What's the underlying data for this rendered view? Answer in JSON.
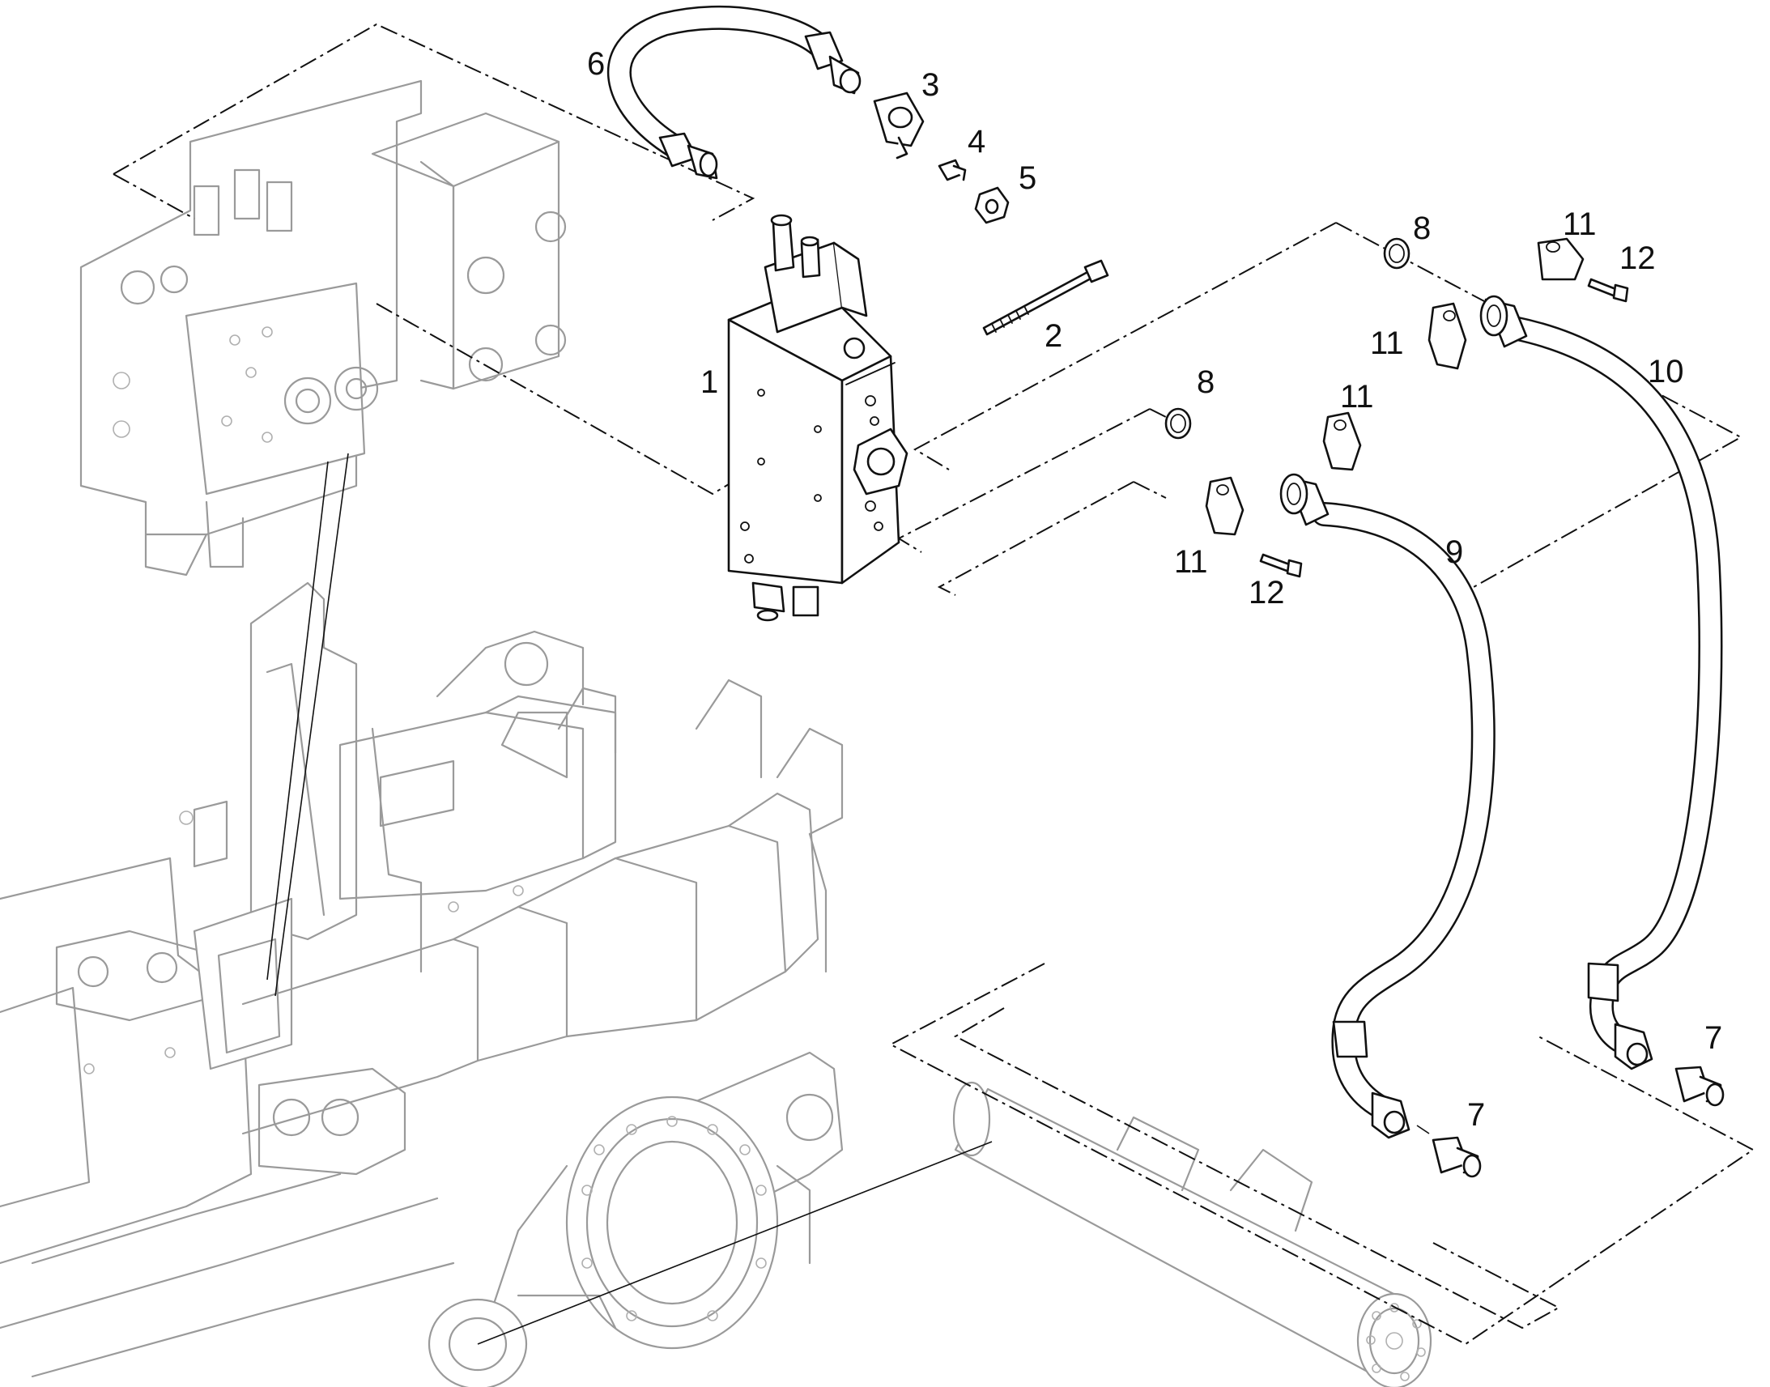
{
  "callouts": [
    {
      "id": "c1",
      "text": "1"
    },
    {
      "id": "c2",
      "text": "2"
    },
    {
      "id": "c3",
      "text": "3"
    },
    {
      "id": "c4",
      "text": "4"
    },
    {
      "id": "c5",
      "text": "5"
    },
    {
      "id": "c6",
      "text": "6"
    },
    {
      "id": "c7a",
      "text": "7"
    },
    {
      "id": "c7b",
      "text": "7"
    },
    {
      "id": "c8a",
      "text": "8"
    },
    {
      "id": "c8b",
      "text": "8"
    },
    {
      "id": "c9",
      "text": "9"
    },
    {
      "id": "c10",
      "text": "10"
    },
    {
      "id": "c11a",
      "text": "11"
    },
    {
      "id": "c11b",
      "text": "11"
    },
    {
      "id": "c11c",
      "text": "11"
    },
    {
      "id": "c11d",
      "text": "11"
    },
    {
      "id": "c12a",
      "text": "12"
    },
    {
      "id": "c12b",
      "text": "12"
    }
  ],
  "colors": {
    "line": "#111111",
    "ghost_line": "#9a9a9a",
    "background": "#ffffff"
  }
}
